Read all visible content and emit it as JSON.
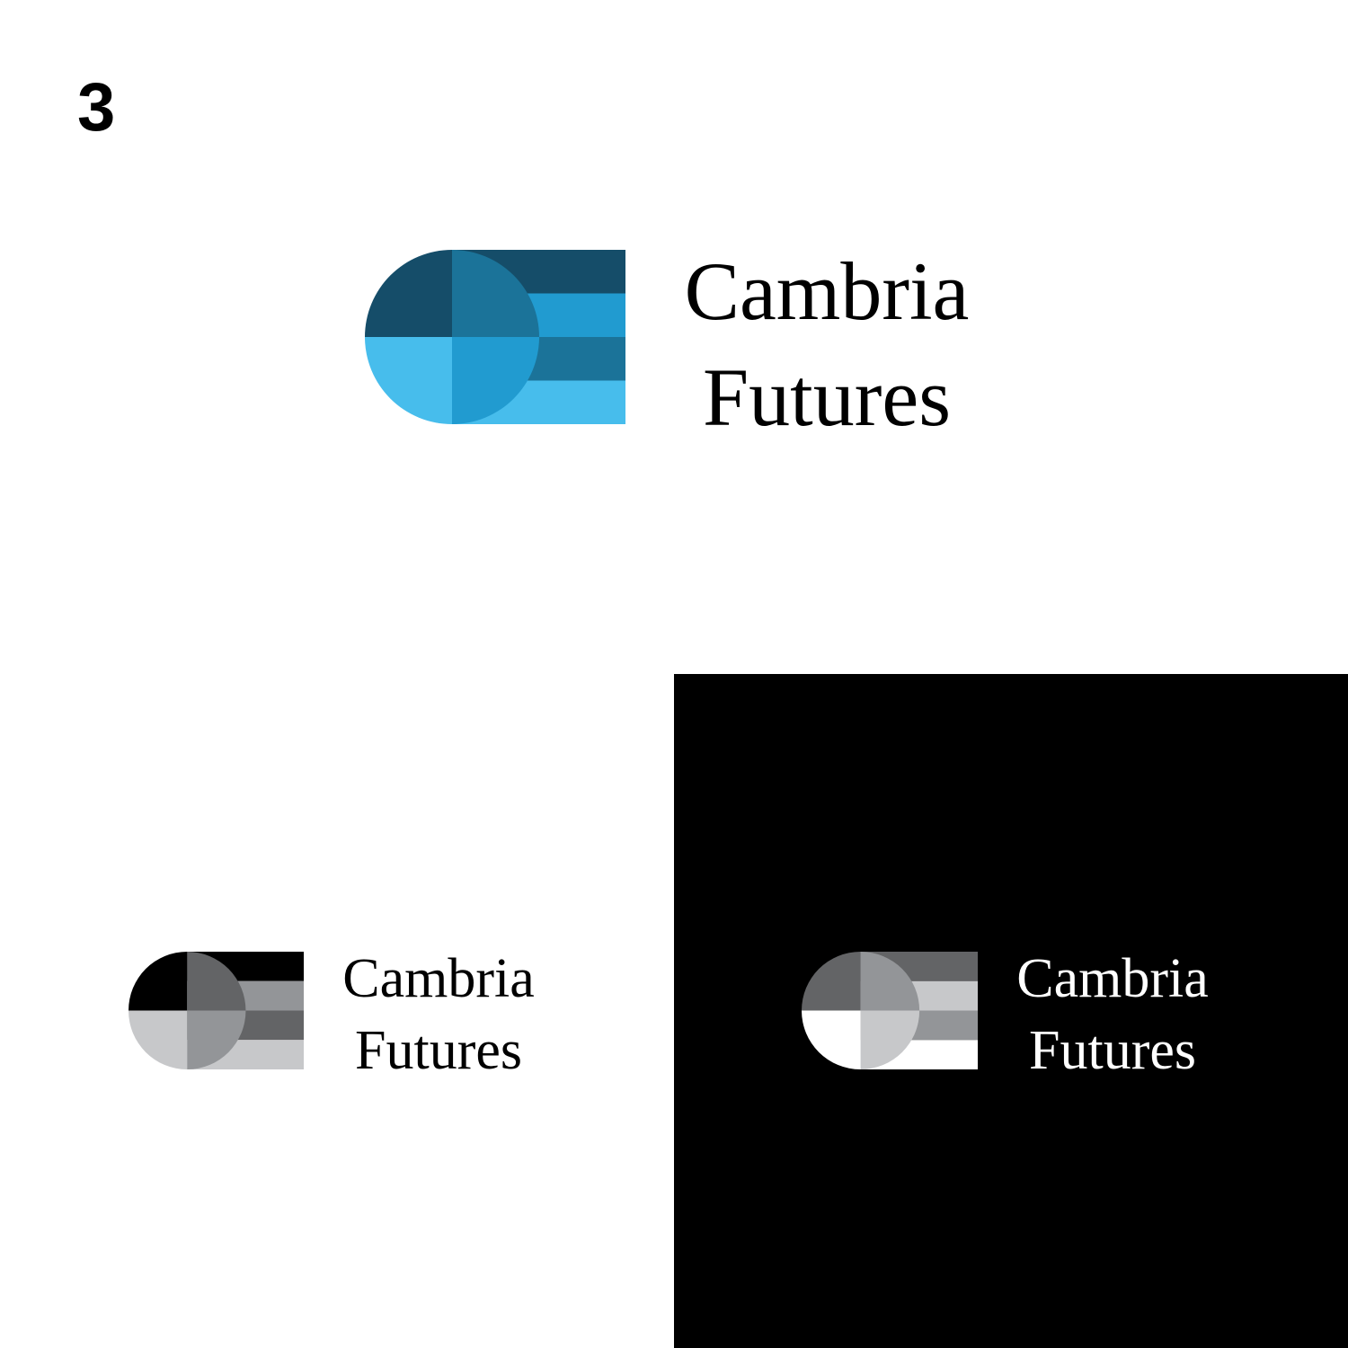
{
  "page": {
    "number": "3"
  },
  "brand": {
    "line1": "Cambria",
    "line2": "Futures"
  },
  "variants": [
    {
      "name": "color",
      "background": "#ffffff",
      "text_color": "#000000",
      "colors": {
        "q_top_left": "#154d69",
        "q_top_right": "#1b7399",
        "q_bottom_left": "#47bdec",
        "q_bottom_right": "#219bd0",
        "stripe_1": "#154d69",
        "stripe_2": "#219bd0",
        "stripe_3": "#1b7399",
        "stripe_4": "#47bdec"
      }
    },
    {
      "name": "grayscale-on-white",
      "background": "#ffffff",
      "text_color": "#000000",
      "colors": {
        "q_top_left": "#000000",
        "q_top_right": "#636466",
        "q_bottom_left": "#c7c8ca",
        "q_bottom_right": "#939598",
        "stripe_1": "#000000",
        "stripe_2": "#939598",
        "stripe_3": "#636466",
        "stripe_4": "#c7c8ca"
      }
    },
    {
      "name": "grayscale-on-black",
      "background": "#000000",
      "text_color": "#ffffff",
      "colors": {
        "q_top_left": "#636466",
        "q_top_right": "#939598",
        "q_bottom_left": "#ffffff",
        "q_bottom_right": "#c7c8ca",
        "stripe_1": "#636466",
        "stripe_2": "#c7c8ca",
        "stripe_3": "#939598",
        "stripe_4": "#ffffff"
      }
    }
  ]
}
